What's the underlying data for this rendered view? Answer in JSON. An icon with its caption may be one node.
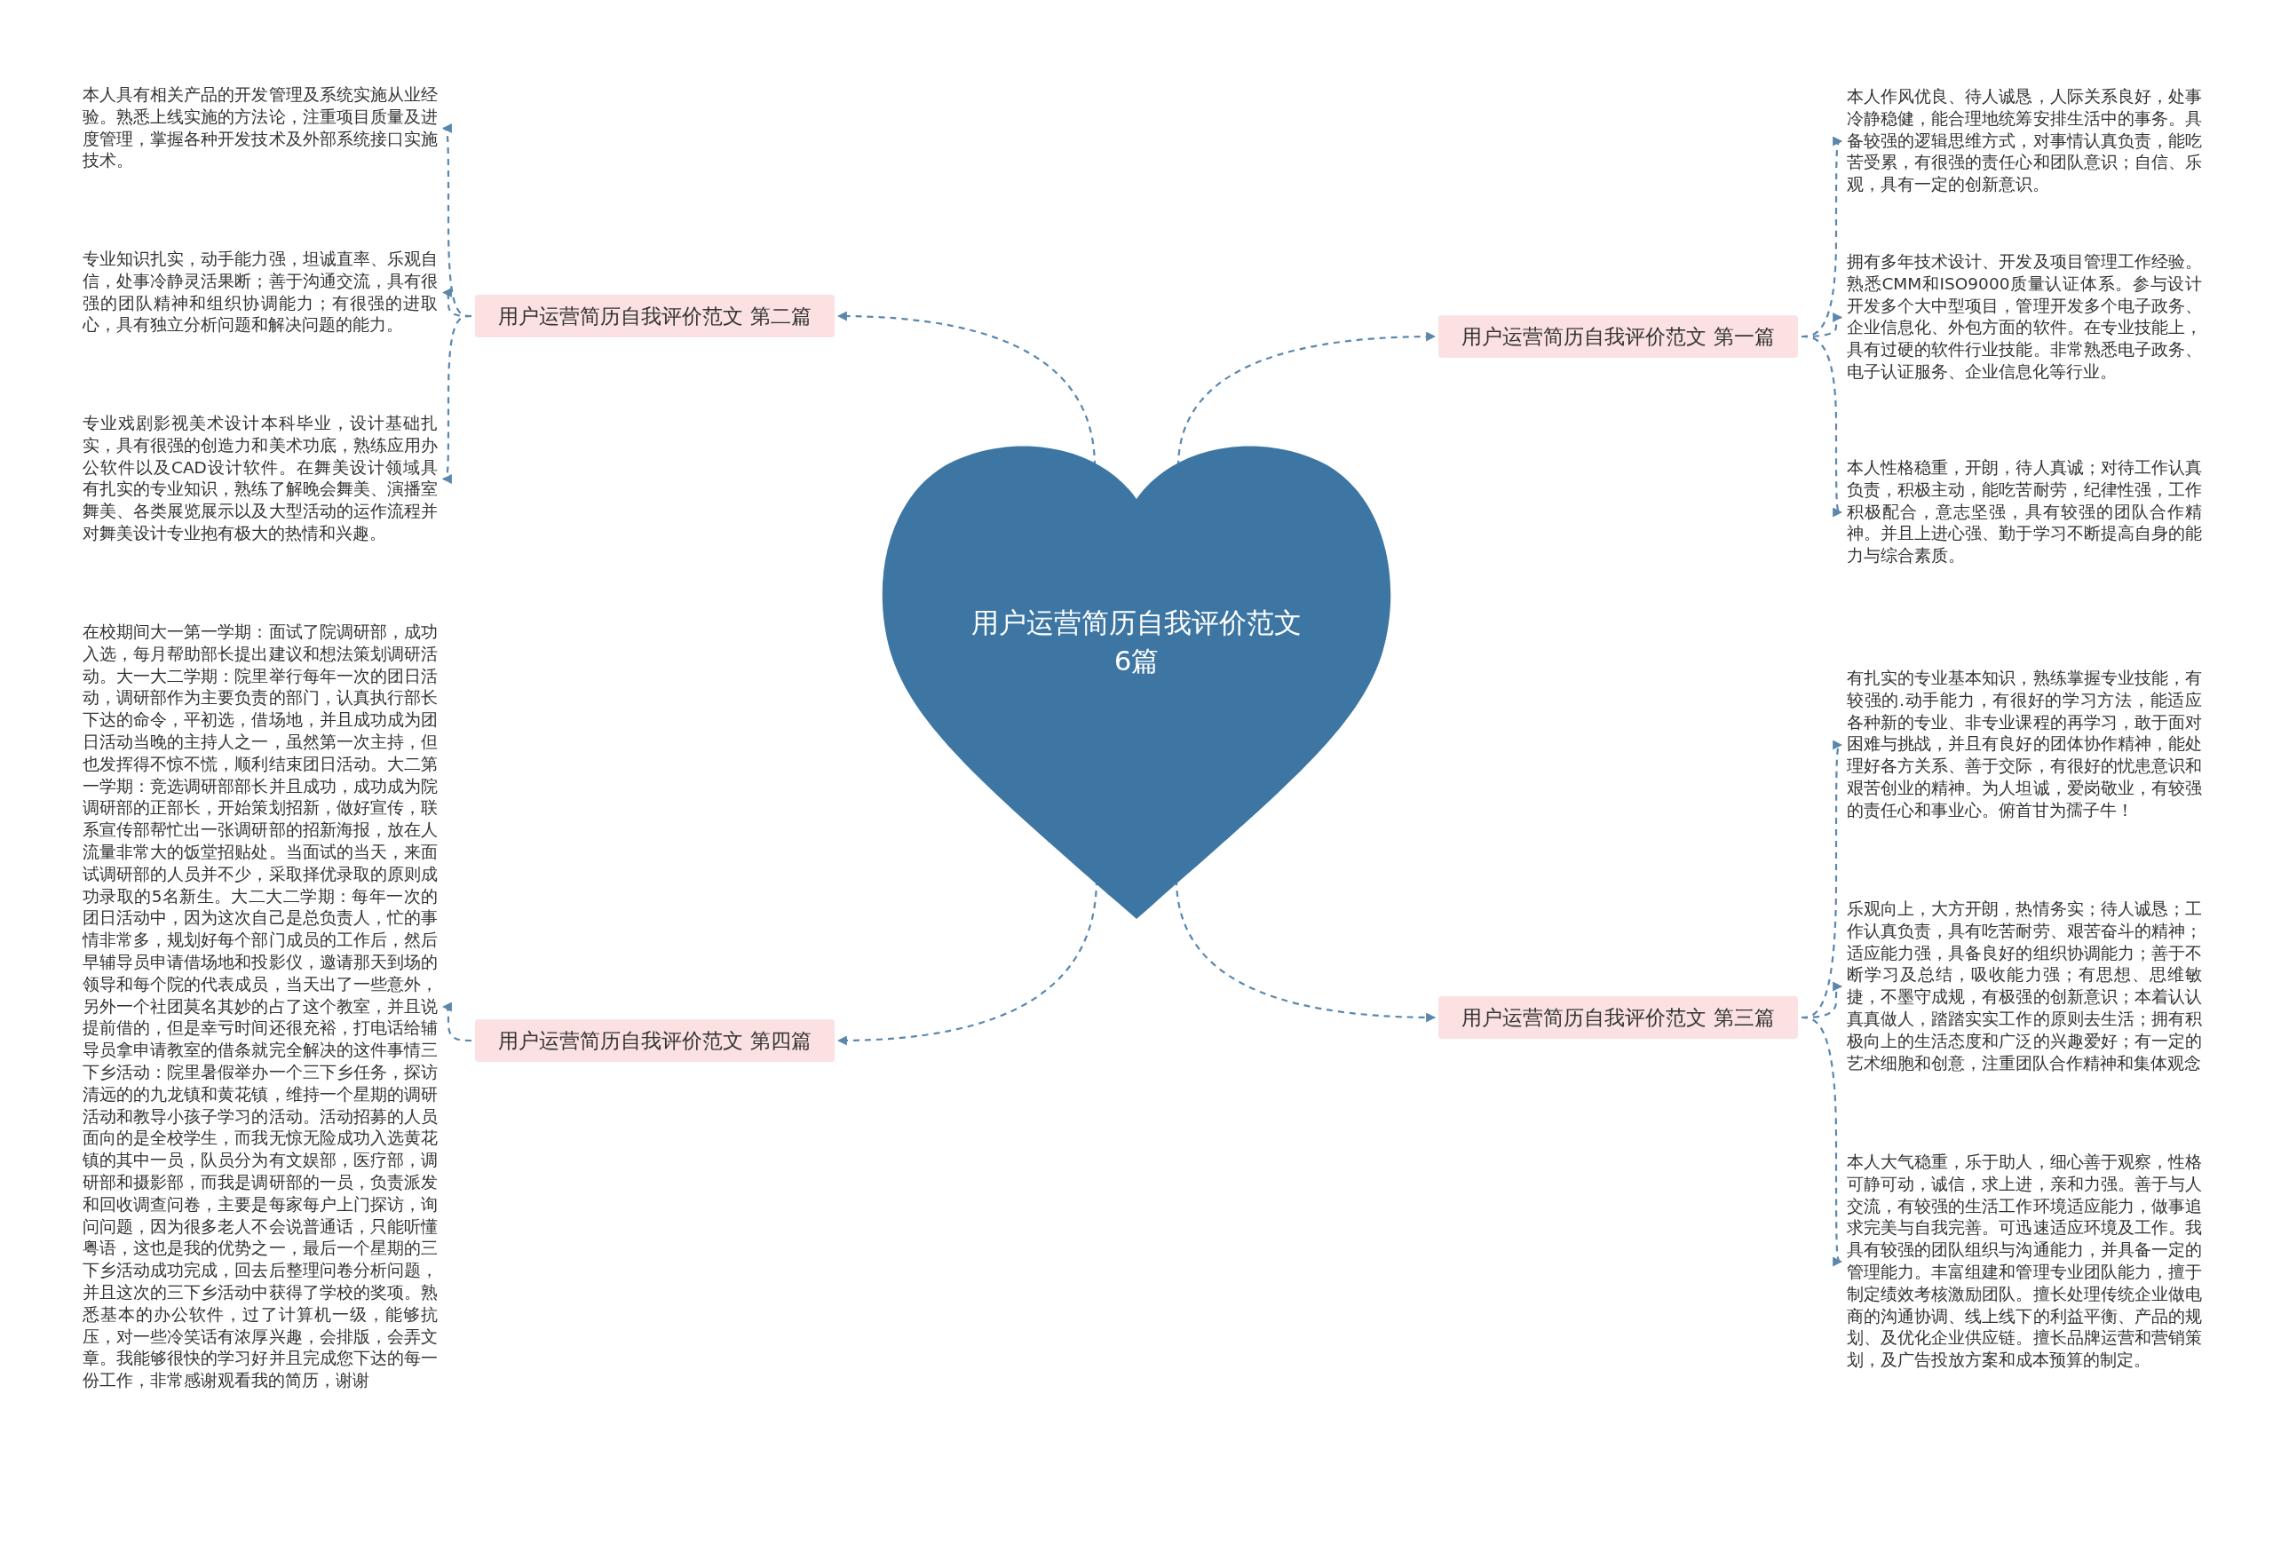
{
  "diagram": {
    "nodes": [
      {
        "text": [
          "用户运营简历自我评价范文6篇"
        ]
      },
      {
        "text": [
          "用户运营简历自我评价范文 第二篇"
        ]
      },
      {
        "text": [
          "本人具有相关产品的开发管理及系统实施从业经验。熟悉上线实施的方法论，注重项目质量及进度管理，掌握各种开发技术及外部系统接口实施技术。"
        ]
      },
      {
        "text": [
          "专业知识扎实，动手能力强，坦诚直率、乐观自信，处事冷静灵活果断；善于沟通交流，具有很强的团队精神和组织协调能力；有很强的进取心，具有独立分析问题和解决问题的能力。"
        ]
      },
      {
        "text": [
          "专业戏剧影视美术设计本科毕业，设计基础扎实，具有很强的创造力和美术功底，熟练应用办公软件以及CAD设计软件。在舞美设计领域具有扎实的专业知识，熟练了解晚会舞美、演播室舞美、各类展览展示以及大型活动的运作流程并对舞美设计专业抱有极大的热情和兴趣。"
        ]
      },
      {
        "text": [
          "用户运营简历自我评价范文 第一篇"
        ]
      },
      {
        "text": [
          "本人作风优良、待人诚恳，人际关系良好，处事冷静稳健，能合理地统筹安排生活中的事务。具备较强的逻辑思维方式，对事情认真负责，能吃苦受累，有很强的责任心和团队意识；自信、乐观，具有一定的创新意识。"
        ]
      },
      {
        "text": [
          "拥有多年技术设计、开发及项目管理工作经验。熟悉CMM和ISO9000质量认证体系。参与设计开发多个大中型项目，管理开发多个电子政务、企业信息化、外包方面的软件。在专业技能上，具有过硬的软件行业技能。非常熟悉电子政务、电子认证服务、企业信息化等行业。"
        ]
      },
      {
        "text": [
          "本人性格稳重，开朗，待人真诚；对待工作认真负责，积极主动，能吃苦耐劳，纪律性强，工作积极配合，意志坚强，具有较强的团队合作精神。并且上进心强、勤于学习不断提高自身的能力与综合素质。"
        ]
      },
      {
        "text": [
          "用户运营简历自我评价范文 第四篇"
        ]
      },
      {
        "text": [
          "在校期间大一第一学期：面试了院调研部，成功入选，每月帮助部长提出建议和想法策划调研活动。大一大二学期：院里举行每年一次的团日活动，调研部作为主要负责的部门，认真执行部长下达的命令，平初选，借场地，并且成功成为团日活动当晚的主持人之一，虽然第一次主持，但也发挥得不惊不慌，顺利结束团日活动。大二第一学期：竞选调研部部长并且成功，成功成为院调研部的正部长，开始策划招新，做好宣传，联系宣传部帮忙出一张调研部的招新海报，放在人流量非常大的饭堂招贴处。当面试的当天，来面试调研部的人员并不少，采取择优录取的原则成功录取的5名新生。大二大二学期：每年一次的团日活动中，因为这次自己是总负责人，忙的事情非常多，规划好每个部门成员的工作后，然后早辅导员申请借场地和投影仪，邀请那天到场的领导和每个院的代表成员，当天出了一些意外，另外一个社团莫名其妙的占了这个教室，并且说提前借的，但是幸亏时间还很充裕，打电话给辅导员拿申请教室的借条就完全解决的这件事情三下乡活动：院里暑假举办一个三下乡任务，探访清远的的九龙镇和黄花镇，维持一个星期的调研活动和教导小孩子学习的活动。活动招募的人员面向的是全校学生，而我无惊无险成功入选黄花镇的其中一员，队员分为有文娱部，医疗部，调研部和摄影部，而我是调研部的一员，负责派发和回收调查问卷，主要是每家每户上门探访，询问问题，因为很多老人不会说普通话，只能听懂粤语，这也是我的优势之一，最后一个星期的三下乡活动成功完成，回去后整理问卷分析问题，并且这次的三下乡活动中获得了学校的奖项。熟悉基本的办公软件，过了计算机一级，能够抗压，对一些冷笑话有浓厚兴趣，会排版，会弄文章。我能够很快的学习好并且完成您下达的每一份工作，非常感谢观看我的简历，谢谢"
        ]
      },
      {
        "text": [
          "用户运营简历自我评价范文 第三篇"
        ]
      },
      {
        "text": [
          "有扎实的专业基本知识，熟练掌握专业技能，有较强的.动手能力，有很好的学习方法，能适应各种新的专业、非专业课程的再学习，敢于面对困难与挑战，并且有良好的团体协作精神，能处理好各方关系、善于交际，有很好的忧患意识和艰苦创业的精神。为人坦诚，爱岗敬业，有较强的责任心和事业心。俯首甘为孺子牛！"
        ]
      },
      {
        "text": [
          "乐观向上，大方开朗，热情务实；待人诚恳；工作认真负责，具有吃苦耐劳、艰苦奋斗的精神；适应能力强，具备良好的组织协调能力；善于不断学习及总结，吸收能力强；有思想、思维敏捷，不墨守成规，有极强的创新意识；本着认认真真做人，踏踏实实工作的原则去生活；拥有积极向上的生活态度和广泛的兴趣爱好；有一定的艺术细胞和创意，注重团队合作精神和集体观念"
        ]
      },
      {
        "text": [
          "本人大气稳重，乐于助人，细心善于观察，性格可静可动，诚信，求上进，亲和力强。善于与人交流，有较强的生活工作环境适应能力，做事追求完美与自我完善。可迅速适应环境及工作。我具有较强的团队组织与沟通能力，并具备一定的管理能力。丰富组建和管理专业团队能力，擅于制定绩效考核激励团队。擅长处理传统企业做电商的沟通协调、线上线下的利益平衡、产品的规划、及优化企业供应链。擅长品牌运营和营销策划，及广告投放方案和成本预算的制定。"
        ]
      }
    ],
    "edges": [
      {
        "from": 0,
        "to": 1,
        "arrow": "to",
        "style": "dashed"
      },
      {
        "from": 1,
        "to": 2,
        "arrow": "to",
        "style": "dashed"
      },
      {
        "from": 1,
        "to": 3,
        "arrow": "to",
        "style": "dashed"
      },
      {
        "from": 1,
        "to": 4,
        "arrow": "to",
        "style": "dashed"
      },
      {
        "from": 0,
        "to": 5,
        "arrow": "to",
        "style": "dashed"
      },
      {
        "from": 5,
        "to": 6,
        "arrow": "to",
        "style": "dashed"
      },
      {
        "from": 5,
        "to": 7,
        "arrow": "to",
        "style": "dashed"
      },
      {
        "from": 5,
        "to": 8,
        "arrow": "to",
        "style": "dashed"
      },
      {
        "from": 0,
        "to": 9,
        "arrow": "to",
        "style": "dashed"
      },
      {
        "from": 9,
        "to": 10,
        "arrow": "to",
        "style": "dashed"
      },
      {
        "from": 0,
        "to": 11,
        "arrow": "to",
        "style": "dashed"
      },
      {
        "from": 11,
        "to": 12,
        "arrow": "to",
        "style": "dashed"
      },
      {
        "from": 11,
        "to": 13,
        "arrow": "to",
        "style": "dashed"
      },
      {
        "from": 11,
        "to": 14,
        "arrow": "to",
        "style": "dashed"
      }
    ]
  }
}
